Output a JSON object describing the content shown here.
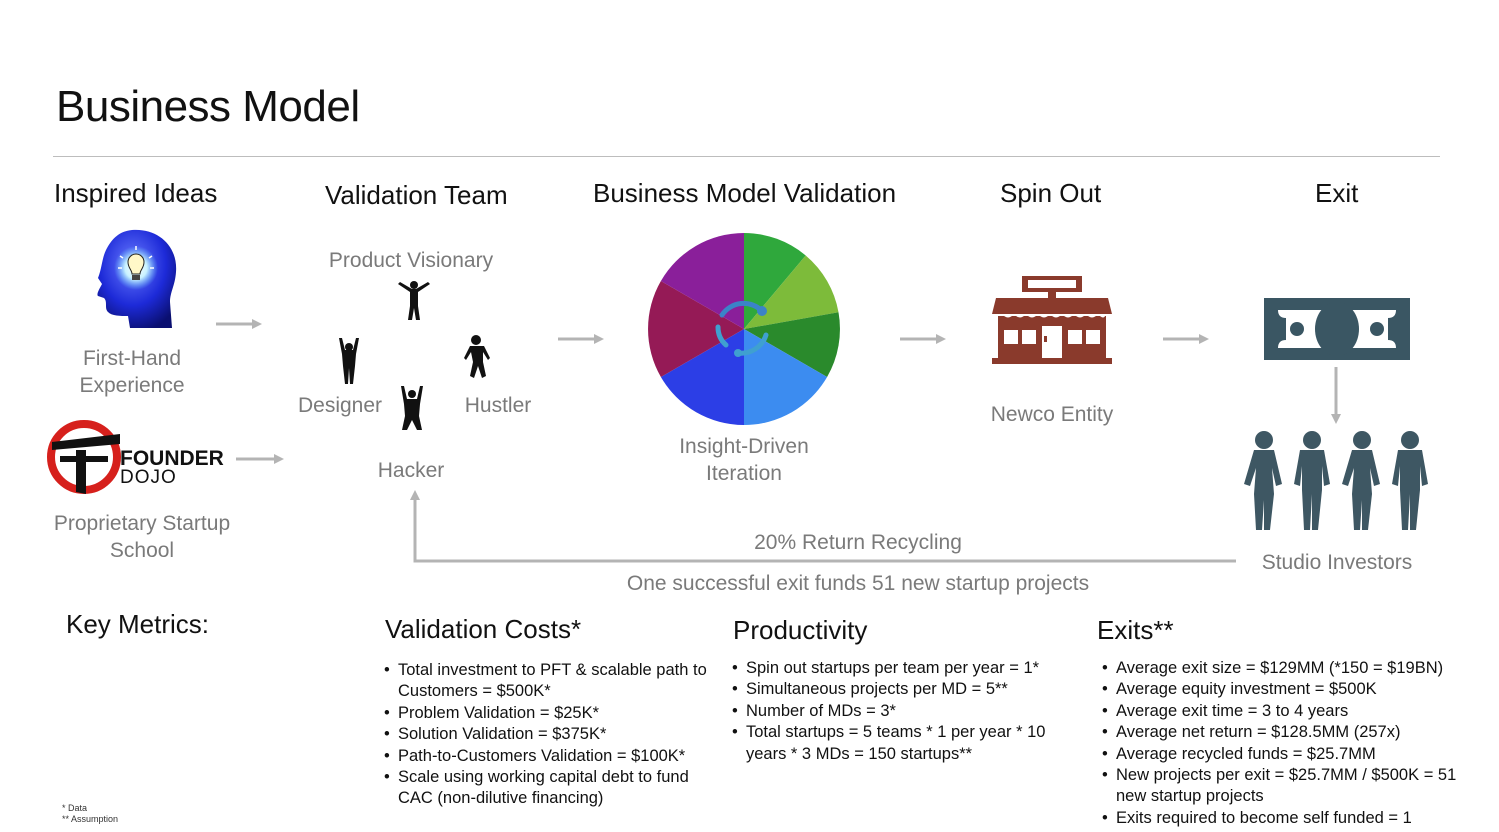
{
  "title": "Business Model",
  "columns": {
    "ideas": "Inspired Ideas",
    "team": "Validation Team",
    "bmv": "Business Model Validation",
    "spin": "Spin Out",
    "exit": "Exit"
  },
  "ideas": {
    "first_hand_1": "First-Hand",
    "first_hand_2": "Experience",
    "logo_founder": "FOUNDER",
    "logo_dojo": "DOJO",
    "school_1": "Proprietary Startup",
    "school_2": "School"
  },
  "team": {
    "product_visionary": "Product Visionary",
    "designer": "Designer",
    "hustler": "Hustler",
    "hacker": "Hacker"
  },
  "bmv": {
    "iter_1": "Insight-Driven",
    "iter_2": "Iteration"
  },
  "spin": {
    "entity": "Newco Entity"
  },
  "exit": {
    "investors": "Studio Investors"
  },
  "recycle": {
    "return": "20% Return Recycling",
    "funds": "One successful exit funds 51 new startup projects"
  },
  "metrics": {
    "heading": "Key Metrics:",
    "validation": {
      "title": "Validation Costs*",
      "items": [
        "Total investment to PFT & scalable path to Customers = $500K*",
        "Problem Validation = $25K*",
        "Solution Validation = $375K*",
        "Path-to-Customers Validation = $100K*",
        "Scale using working capital debt to fund CAC (non-dilutive financing)"
      ]
    },
    "productivity": {
      "title": "Productivity",
      "items": [
        "Spin out startups per team per year = 1*",
        "Simultaneous projects per MD = 5**",
        "Number of MDs = 3*",
        "Total startups = 5 teams * 1 per year * 10 years * 3 MDs = 150 startups**"
      ]
    },
    "exits": {
      "title": "Exits**",
      "items": [
        "Average exit size = $129MM (*150 = $19BN)",
        "Average equity investment = $500K",
        "Average exit time = 3 to 4 years",
        "Average net return = $128.5MM (257x)",
        "Average recycled funds = $25.7MM",
        "New projects per exit = $25.7MM / $500K = 51 new startup projects",
        "Exits required to become self funded = 1"
      ]
    }
  },
  "footnotes": {
    "data": "* Data",
    "assumption": "** Assumption"
  },
  "colors": {
    "investor": "#3e5763",
    "store": "#8a3a2c",
    "bill": "#3a5663",
    "arrow": "#b4b4b4",
    "head": "#1a1ad0"
  },
  "icons": {
    "head": "brain-lightbulb-icon",
    "logo": "founder-dojo-logo",
    "people": "person-icon",
    "wheel": "color-wheel-icon",
    "store": "storefront-icon",
    "money": "banknote-icon",
    "investors": "investor-group-icon"
  }
}
